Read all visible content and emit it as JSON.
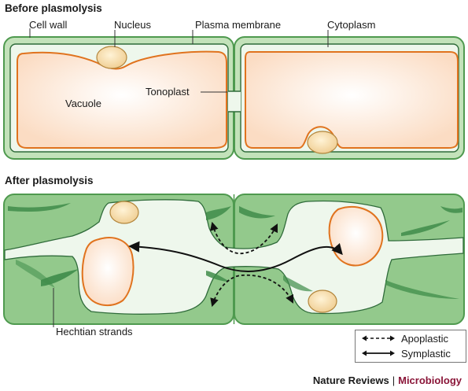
{
  "headings": {
    "before": "Before plasmolysis",
    "after": "After plasmolysis"
  },
  "labels": {
    "cell_wall": "Cell wall",
    "nucleus": "Nucleus",
    "plasma_membrane": "Plasma membrane",
    "cytoplasm": "Cytoplasm",
    "vacuole": "Vacuole",
    "tonoplast": "Tonoplast",
    "hechtian_strands": "Hechtian strands"
  },
  "legend": {
    "apoplastic": "Apoplastic",
    "symplastic": "Symplastic"
  },
  "credit": {
    "publisher": "Nature Reviews",
    "separator": "|",
    "journal": "Microbiology"
  },
  "colors": {
    "cell_wall_fill": "#b9dcb0",
    "cell_wall_stroke": "#4f9a4f",
    "protoplast_fill": "#eef7ec",
    "apoplast_fill": "#93c98c",
    "vacuole_fill": "#fbe3d0",
    "tonoplast": "#e0731e",
    "nucleus_fill": "#f3d6a4",
    "nucleus_stroke": "#b3863c",
    "arrow": "#111111",
    "journal": "#8a1538"
  }
}
